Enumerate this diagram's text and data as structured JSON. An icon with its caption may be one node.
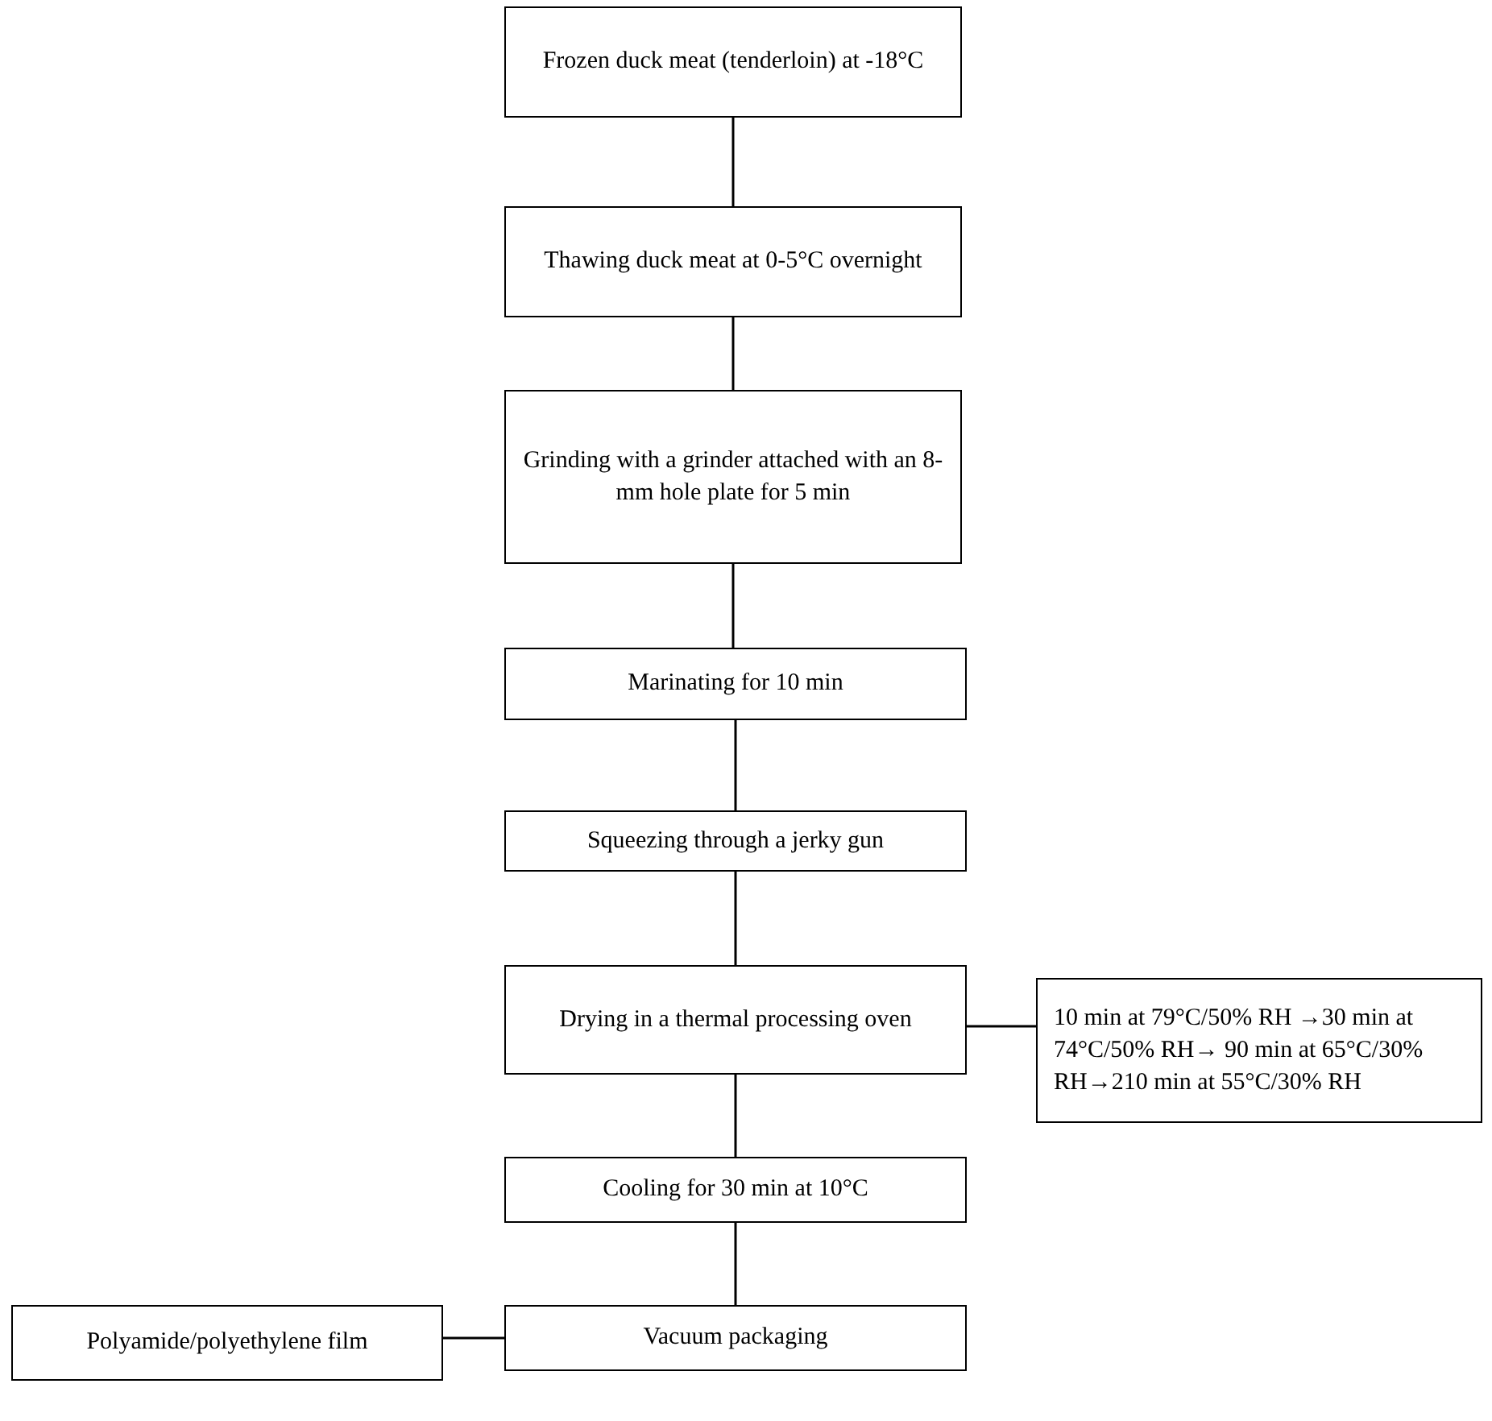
{
  "diagram": {
    "nodes": [
      {
        "text": [
          "Frozen duck meat (tenderloin) at -18°C"
        ]
      },
      {
        "text": [
          "Thawing duck meat at 0-5°C overnight"
        ]
      },
      {
        "text": [
          "Grinding with a grinder attached with an 8-mm hole plate for 5 min"
        ]
      },
      {
        "text": [
          "Marinating for 10 min"
        ]
      },
      {
        "text": [
          "Squeezing through a jerky gun"
        ]
      },
      {
        "text": [
          "Drying in a thermal processing oven"
        ]
      },
      {
        "text": [
          "10 min at 79°C/50% RH →30 min at 74°C/50% RH→ 90 min at 65°C/30% RH→210 min at 55°C/30% RH"
        ]
      },
      {
        "text": [
          "Cooling for 30 min at 10°C"
        ]
      },
      {
        "text": [
          "Vacuum packaging"
        ]
      },
      {
        "text": [
          "Polyamide/polyethylene film"
        ]
      }
    ],
    "edges": [
      {
        "from": 0,
        "to": 1,
        "arrow": "none"
      },
      {
        "from": 1,
        "to": 2,
        "arrow": "none"
      },
      {
        "from": 2,
        "to": 3,
        "arrow": "none"
      },
      {
        "from": 3,
        "to": 4,
        "arrow": "none"
      },
      {
        "from": 4,
        "to": 5,
        "arrow": "none"
      },
      {
        "from": 6,
        "to": 5,
        "arrow": "none"
      },
      {
        "from": 5,
        "to": 7,
        "arrow": "none"
      },
      {
        "from": 7,
        "to": 8,
        "arrow": "none"
      },
      {
        "from": 9,
        "to": 8,
        "arrow": "none"
      }
    ]
  }
}
